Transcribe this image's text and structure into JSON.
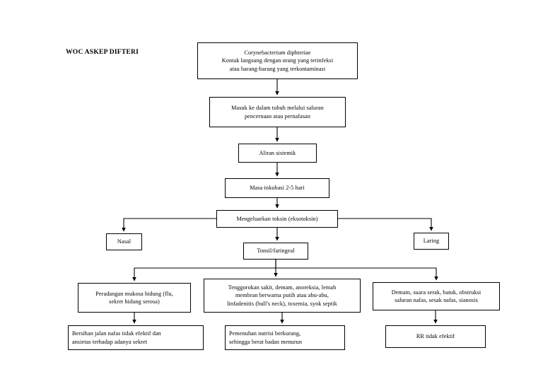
{
  "document": {
    "title": "WOC ASKEP DIFTERI",
    "type": "flowchart",
    "language": "id"
  },
  "colors": {
    "background": "#ffffff",
    "stroke": "#000000",
    "text": "#000000"
  },
  "nodes": {
    "source": "Corynebacterium diphteriae\nKontak langsung dengan orang yang terinfeksi\natau barang-barang yang terkontaminasi",
    "entry": "Masuk ke dalam tubuh melalui saluran\npencernaan atau pernafasan",
    "systemic": "Aliran sistemik",
    "incubation": "Masa inkubasi 2-5 hari",
    "toxin": "Mengeluarkan toksin (eksotoksin)",
    "nasal": "Nasal",
    "tonsil": "Tonsil/faringeal",
    "laring": "Laring",
    "symptom_left": "Peradangan mukosa hidung (flu,\nsekret hidung serosa)",
    "symptom_mid": "Tenggorokan sakit, demam, anoreksia, lemah\nmembran berwarna putih atau abu-abu,\nlinfadenitis (bull's neck), toxemia, syok septik",
    "symptom_right": "Demam, suara serak, batuk, obstruksi\nsaluran nafas, sesak nafas, sianosis",
    "outcome_left": "Bersihan jalan nafas tidak efektif dan\nansietas terhadap adanya sekret",
    "outcome_mid": "Pemenuhan nutrisi berkurang,\nsehingga berat badan menurun",
    "outcome_right": "RR tidak efektif"
  },
  "edges": [
    {
      "from": "source",
      "to": "entry",
      "style": "arrow-down"
    },
    {
      "from": "entry",
      "to": "systemic",
      "style": "arrow-down"
    },
    {
      "from": "systemic",
      "to": "incubation",
      "style": "arrow-down"
    },
    {
      "from": "incubation",
      "to": "toxin",
      "style": "arrow-down"
    },
    {
      "from": "toxin",
      "to": "nasal",
      "style": "elbow-left"
    },
    {
      "from": "toxin",
      "to": "tonsil",
      "style": "arrow-down"
    },
    {
      "from": "toxin",
      "to": "laring",
      "style": "elbow-right"
    },
    {
      "from": "tonsil",
      "to": "symptom_left",
      "style": "bus-left"
    },
    {
      "from": "tonsil",
      "to": "symptom_mid",
      "style": "arrow-down"
    },
    {
      "from": "tonsil",
      "to": "symptom_right",
      "style": "bus-right"
    },
    {
      "from": "symptom_left",
      "to": "outcome_left",
      "style": "arrow-down"
    },
    {
      "from": "symptom_mid",
      "to": "outcome_mid",
      "style": "arrow-down"
    },
    {
      "from": "symptom_right",
      "to": "outcome_right",
      "style": "arrow-down"
    }
  ]
}
